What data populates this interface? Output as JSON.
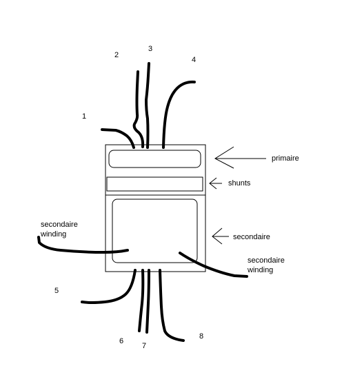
{
  "terminals": {
    "t1": "1",
    "t2": "2",
    "t3": "3",
    "t4": "4",
    "t5": "5",
    "t6": "6",
    "t7": "7",
    "t8": "8"
  },
  "labels": {
    "primaire": "primaire",
    "shunts": "shunts",
    "secondaire": "secondaire",
    "left_winding_line1": "secondaire",
    "left_winding_line2": "winding",
    "right_winding_line1": "secondaire",
    "right_winding_line2": "winding"
  }
}
